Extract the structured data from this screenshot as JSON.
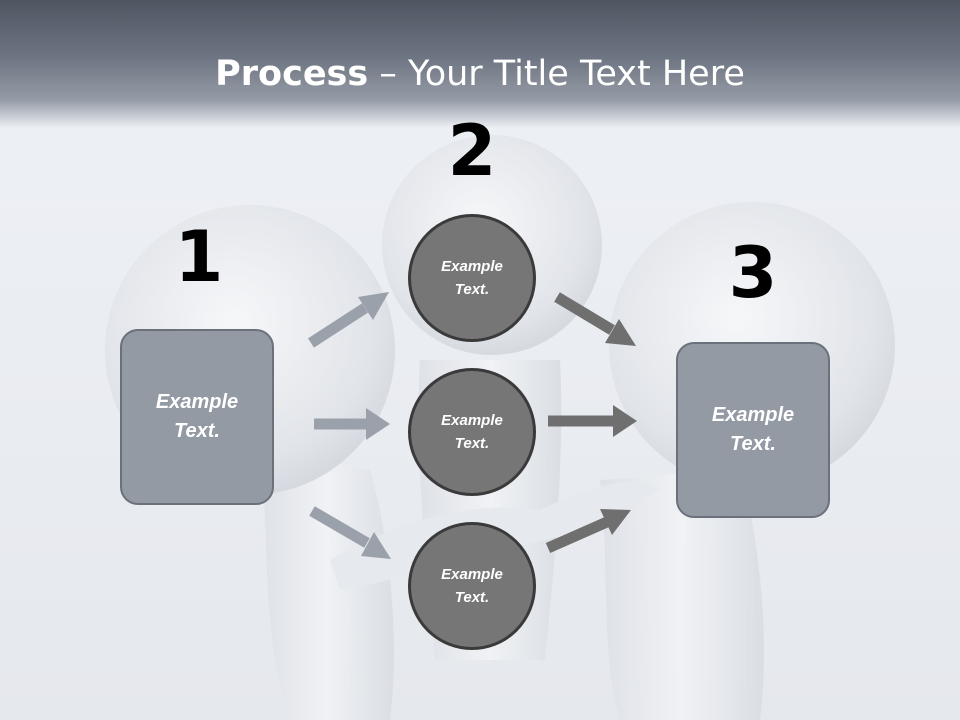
{
  "title": {
    "bold": "Process",
    "rest": " – Your Title Text Here"
  },
  "steps": {
    "one": "1",
    "two": "2",
    "three": "3"
  },
  "boxes": {
    "left": "Example Text.",
    "right": "Example Text."
  },
  "circles": {
    "top": "Example Text.",
    "middle": "Example Text.",
    "bottom": "Example Text."
  },
  "colors": {
    "header_dark": "#4f5662",
    "box_fill": "#939aa4",
    "circle_fill": "#767676",
    "arrow_light": "#9aa1ab",
    "arrow_dark": "#6f6f6f"
  }
}
